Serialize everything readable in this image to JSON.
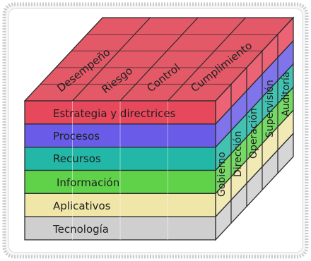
{
  "cube": {
    "top_labels": [
      "Desempeño",
      "Riesgo",
      "Control",
      "Cumplimiento"
    ],
    "front_layers": [
      {
        "label": "Estrategia y directrices",
        "color": "#e8485c"
      },
      {
        "label": "Procesos",
        "color": "#6a5ce8"
      },
      {
        "label": "Recursos",
        "color": "#22b7a6"
      },
      {
        "label": "Información",
        "color": "#5fd24a"
      },
      {
        "label": "Aplicativos",
        "color": "#efe6a8"
      },
      {
        "label": "Tecnología",
        "color": "#cfcfcf"
      }
    ],
    "side_labels": [
      "Gobierno",
      "Dirección",
      "Operación",
      "Supervisión",
      "Auditoría"
    ],
    "top_color": "#e2505f",
    "frame_color": "#c8cacd"
  }
}
